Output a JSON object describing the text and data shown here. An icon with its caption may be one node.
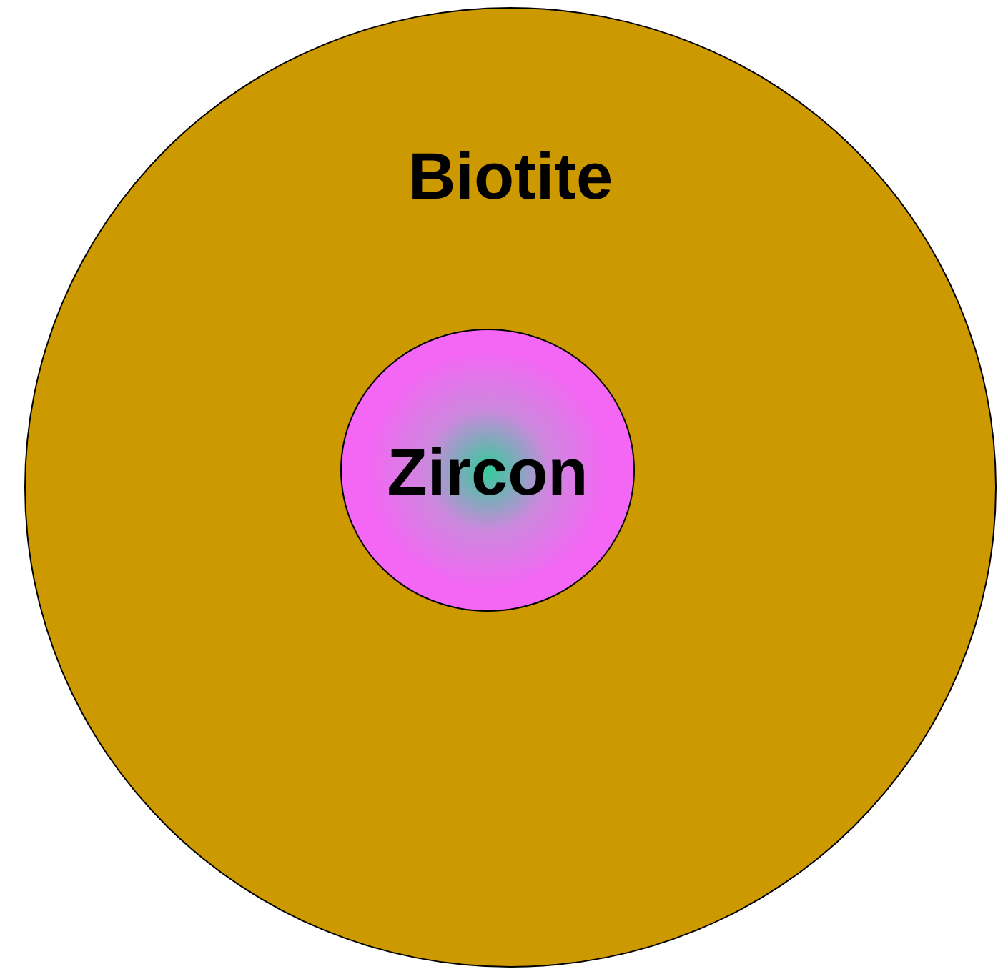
{
  "diagram": {
    "nodes": [
      {
        "text": [
          "Biotite"
        ]
      },
      {
        "text": [
          "Zircon"
        ],
        "in": 0
      }
    ]
  }
}
